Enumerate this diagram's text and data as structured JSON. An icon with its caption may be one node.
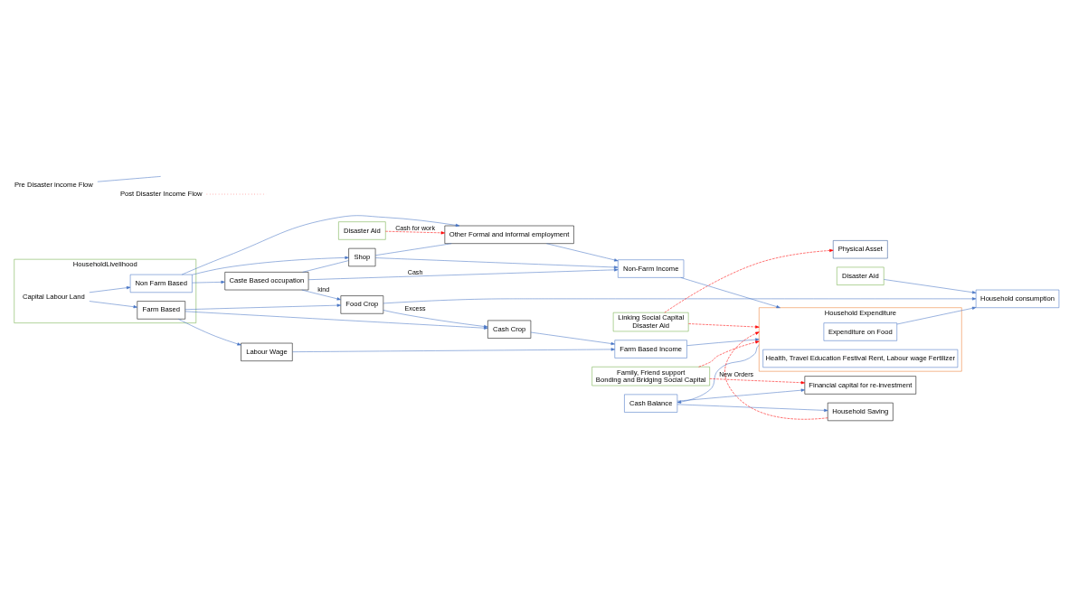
{
  "diagram": {
    "nodes": [
      {
        "text": [
          "HouseholdLivelihood"
        ]
      },
      {
        "text": [
          "Farm Based"
        ],
        "in": 0
      },
      {
        "text": [
          "Capital Labour Land"
        ],
        "in": 0
      },
      {
        "text": [
          "Non Farm Based"
        ],
        "in": 0
      },
      {
        "text": [
          "Labour Wage"
        ]
      },
      {
        "text": [
          "Cash Crop"
        ]
      },
      {
        "text": [
          "Food Crop"
        ]
      },
      {
        "text": [
          "Farm Based Income"
        ]
      },
      {
        "text": [
          "Disaster Aid"
        ]
      },
      {
        "text": [
          "Household consumption"
        ]
      },
      {
        "text": [
          "Linking Social Capital",
          "Disaster Aid"
        ]
      },
      {
        "text": [
          "Physical Asset"
        ]
      },
      {
        "text": [
          "Financial capital for re-investment"
        ]
      },
      {
        "text": [
          "Household Expenditure"
        ]
      },
      {
        "text": [
          "Expenditure on Food"
        ],
        "in": 13
      },
      {
        "text": [
          "Health, Travel Education Festival Rent, Labour wage Fertilizer"
        ],
        "in": 13
      },
      {
        "text": [
          "Cash Balance"
        ]
      },
      {
        "text": [
          "Caste Based occupation"
        ]
      },
      {
        "text": [
          "Shop"
        ]
      },
      {
        "text": [
          "Other Formal and informal employment"
        ]
      },
      {
        "text": [
          "Non-Farm Income"
        ]
      },
      {
        "text": [
          "Disaster Aid"
        ]
      },
      {
        "text": [
          "Household Saving"
        ]
      },
      {
        "text": [
          "Family, Friend support",
          "Bonding and Bridging Social Capital"
        ]
      }
    ],
    "edges": [
      {
        "from": 2,
        "to": 1,
        "arrow": "to"
      },
      {
        "from": 2,
        "to": 3,
        "arrow": "to"
      },
      {
        "from": 1,
        "to": 4,
        "arrow": "to"
      },
      {
        "from": 1,
        "to": 5,
        "arrow": "to"
      },
      {
        "from": 1,
        "to": 6,
        "arrow": "to"
      },
      {
        "from": 4,
        "to": 7,
        "arrow": "to"
      },
      {
        "from": 5,
        "to": 7,
        "arrow": "to"
      },
      {
        "from": 6,
        "to": 5,
        "arrow": "to",
        "label": "Excess"
      },
      {
        "from": 6,
        "to": 9,
        "arrow": "to"
      },
      {
        "from": 8,
        "to": 9,
        "arrow": "to"
      },
      {
        "from": 7,
        "to": 13,
        "arrow": "to"
      },
      {
        "from": 14,
        "to": 9,
        "arrow": "to"
      },
      {
        "from": 17,
        "to": 6,
        "arrow": "to",
        "label": "kind"
      },
      {
        "from": 10,
        "to": 13,
        "arrow": "to",
        "style": "dashed",
        "color": "#ff0000"
      },
      {
        "from": 10,
        "to": 11,
        "arrow": "to",
        "style": "dashed",
        "color": "#ff0000"
      },
      {
        "from": 13,
        "to": 16,
        "arrow": "to"
      },
      {
        "from": 16,
        "to": 12,
        "arrow": "to"
      },
      {
        "from": 16,
        "to": 22,
        "arrow": "to"
      },
      {
        "from": 22,
        "to": 13,
        "arrow": "to",
        "style": "dashed",
        "color": "#ff0000"
      },
      {
        "from": 3,
        "to": 17,
        "arrow": "to"
      },
      {
        "from": 3,
        "to": 18,
        "arrow": "to"
      },
      {
        "from": 3,
        "to": 19,
        "arrow": "to"
      },
      {
        "from": 17,
        "to": 18,
        "arrow": "none"
      },
      {
        "from": 18,
        "to": 19,
        "arrow": "none"
      },
      {
        "from": 17,
        "to": 20,
        "arrow": "to",
        "label": "Cash"
      },
      {
        "from": 18,
        "to": 20,
        "arrow": "to"
      },
      {
        "from": 19,
        "to": 20,
        "arrow": "to"
      },
      {
        "from": 20,
        "to": 13,
        "arrow": "to"
      },
      {
        "from": 21,
        "to": 19,
        "arrow": "to",
        "label": "Cash for work",
        "style": "dashed",
        "color": "#ff0000"
      },
      {
        "from": 23,
        "to": 13,
        "arrow": "to",
        "style": "dashed",
        "color": "#ff0000"
      },
      {
        "from": 23,
        "to": 12,
        "arrow": "to",
        "label": "New Orders",
        "style": "dashed",
        "color": "#ff0000"
      }
    ],
    "legend": [
      {
        "text": "Pre Disaster income Flow"
      },
      {
        "text": "Post Disaster Income Flow"
      }
    ]
  }
}
